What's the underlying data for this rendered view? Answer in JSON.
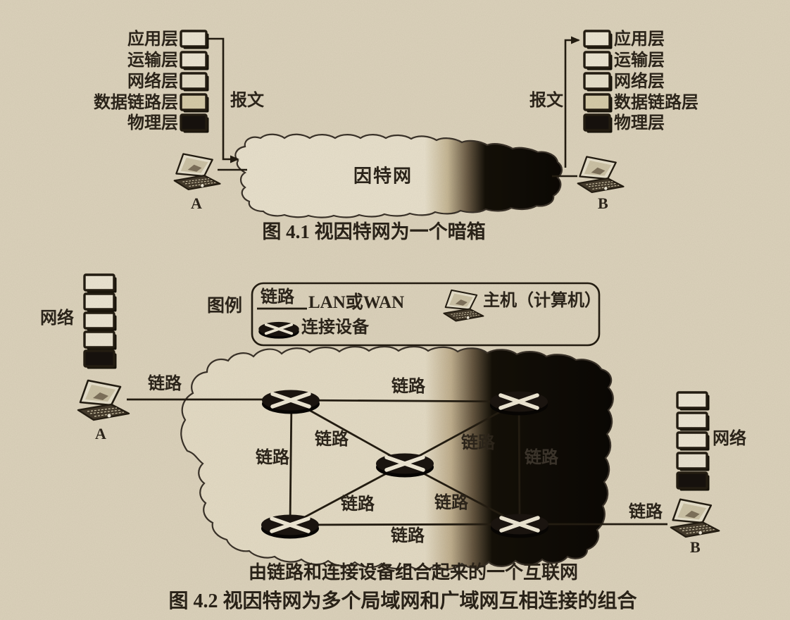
{
  "colors": {
    "background": "#ddd3bc",
    "ink": "#2b241a",
    "box_fill_light": "#ece5d2",
    "box_fill_dark": "#17120e",
    "cloud_light": "#e9e1cc",
    "cloud_dark": "#0d0a06"
  },
  "icons": {
    "router": "connecting-device-ellipse-with-x",
    "laptop": "host-computer-notebook"
  },
  "fig1": {
    "layers": [
      "应用层",
      "运输层",
      "网络层",
      "数据链路层",
      "物理层"
    ],
    "message_label": "报文",
    "internet_label": "因特网",
    "host_a_label": "A",
    "host_b_label": "B",
    "caption": "图 4.1  视因特网为一个暗箱"
  },
  "fig2": {
    "legend": {
      "title": "图例",
      "link_symbol_label": "链路",
      "lan_wan_label": "LAN或WAN",
      "host_label": "主机（计算机）",
      "device_label": "连接设备"
    },
    "network_label": "网络",
    "link_label": "链路",
    "host_a_label": "A",
    "host_b_label": "B",
    "subcaption": "由链路和连接设备组合起来的一个互联网",
    "caption": "图 4.2  视因特网为多个局域网和广域网互相连接的组合"
  }
}
